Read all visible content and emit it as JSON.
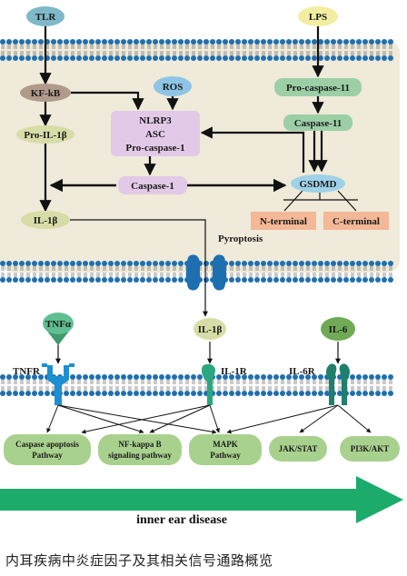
{
  "nodes": {
    "tlr": "TLR",
    "lps": "LPS",
    "kfkb": "KF-kB",
    "ros": "ROS",
    "pro_caspase_11": "Pro-caspase-11",
    "pro_il_1b": "Pro-IL-1β",
    "nlrp3": "NLRP3",
    "asc": "ASC",
    "pro_caspase_1": "Pro-caspase-1",
    "caspase_11": "Caspase-11",
    "caspase_1": "Caspase-1",
    "gsdmd": "GSDMD",
    "il_1b": "IL-1β",
    "n_terminal": "N-terminal",
    "c_terminal": "C-terminal",
    "pyroptosis": "Pyroptosis",
    "tnfa": "TNFα",
    "il_1b_out": "IL-1β",
    "il_6": "IL-6",
    "tnfr": "TNFR",
    "il_1r": "IL-1R",
    "il_6r": "IL-6R",
    "caspase_apoptosis_line1": "Caspase apoptosis",
    "caspase_apoptosis_line2": "Pathway",
    "nf_kappa_line1": "NF-kappa B",
    "nf_kappa_line2": "signaling pathway",
    "mapk_line1": "MAPK",
    "mapk_line2": "Pathway",
    "jak_stat": "JAK/STAT",
    "pi3k_akt": "PI3K/AKT"
  },
  "footer": {
    "arrow_label": "inner ear disease",
    "caption": "内耳疾病中炎症因子及其相关信号通路概览"
  },
  "colors": {
    "cell_bg": "#efead9",
    "membrane_head": "#1e6fb0",
    "receptor_tnfr": "#1e8fd0",
    "receptor_il1r": "#2aa77f",
    "receptor_il6r": "#1f7f6a",
    "tnfa": "#5fbf90",
    "il6": "#6faa55",
    "pathway": "#a9d18e",
    "big_arrow": "#1dab6b"
  }
}
